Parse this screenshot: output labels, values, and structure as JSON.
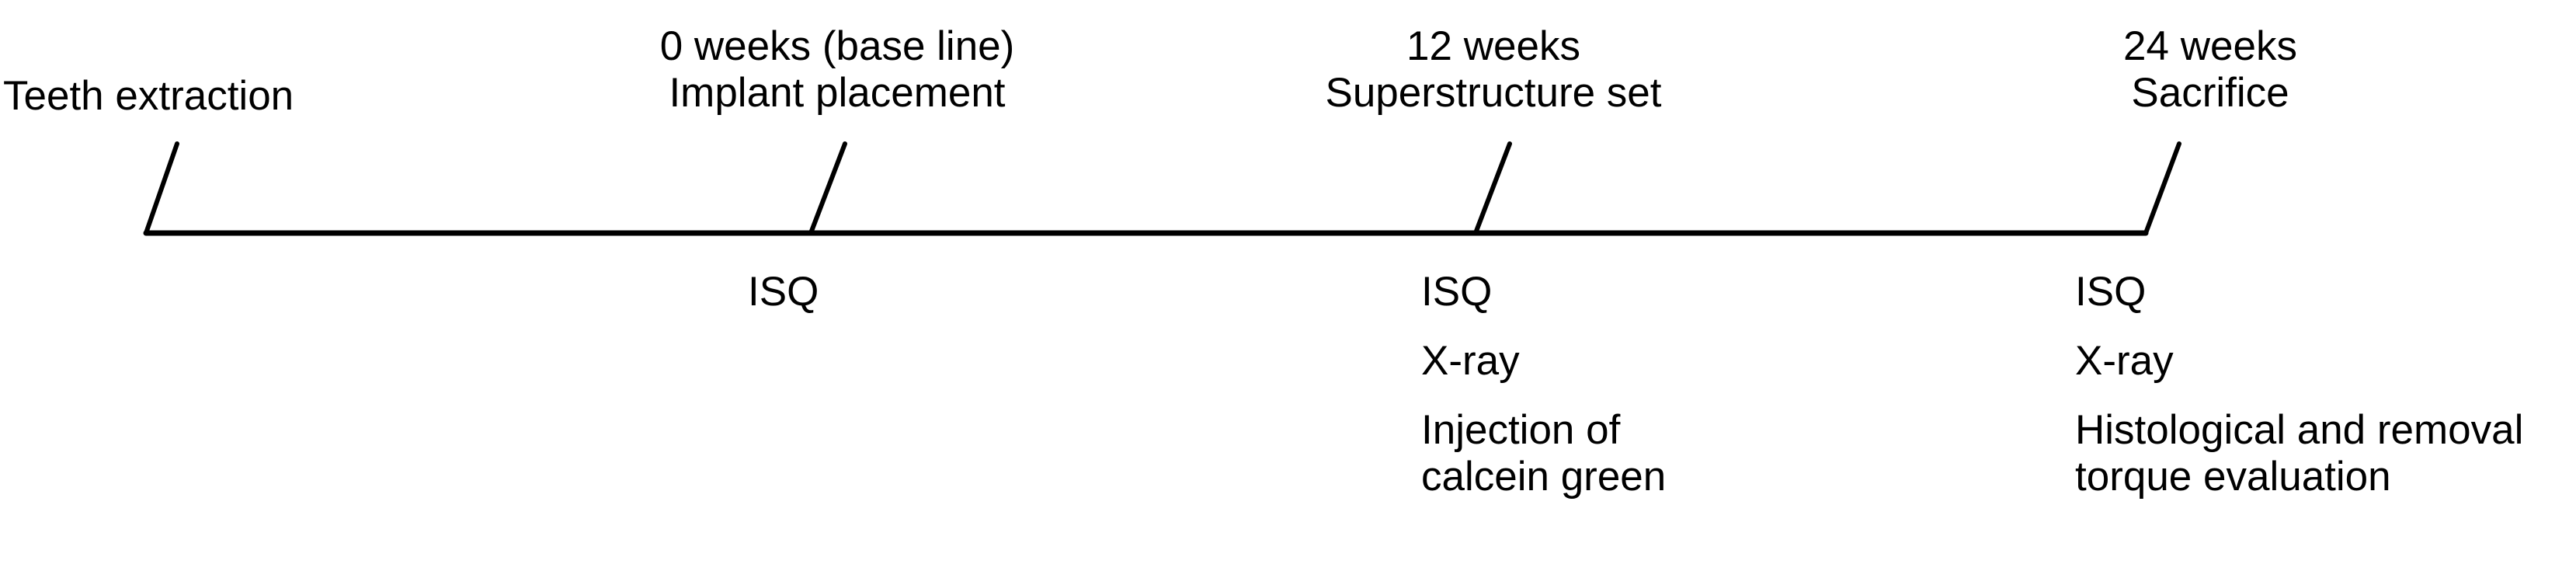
{
  "milestones": [
    {
      "above": [
        "Teeth extraction"
      ],
      "below": []
    },
    {
      "above": [
        "0 weeks (base line)",
        "Implant placement"
      ],
      "below": [
        "ISQ"
      ]
    },
    {
      "above": [
        "12 weeks",
        "Superstructure set"
      ],
      "below": [
        "ISQ",
        "X-ray",
        "Injection of",
        "calcein green"
      ]
    },
    {
      "above": [
        "24 weeks",
        "Sacrifice"
      ],
      "below": [
        "ISQ",
        "X-ray",
        "Histological and removal",
        "torque evaluation"
      ]
    }
  ],
  "colors": {
    "line": "#000000",
    "text": "#000000",
    "background": "#ffffff"
  }
}
